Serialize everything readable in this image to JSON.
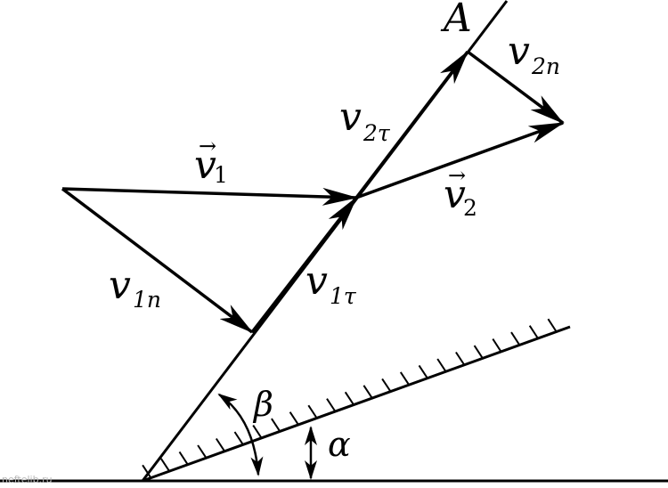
{
  "diagram": {
    "point_label": "A",
    "vectors": {
      "v1": {
        "symbol": "v",
        "arrow": "→",
        "sub": "1"
      },
      "v2": {
        "symbol": "v",
        "arrow": "→",
        "sub": "2"
      },
      "v1n": {
        "symbol": "v",
        "sub": "1n"
      },
      "v1t": {
        "symbol": "v",
        "sub": "1τ"
      },
      "v2n": {
        "symbol": "v",
        "sub": "2n"
      },
      "v2t": {
        "symbol": "v",
        "sub": "2τ"
      }
    },
    "angles": {
      "beta": "β",
      "alpha": "α"
    },
    "watermark": "neftelib.ru"
  }
}
